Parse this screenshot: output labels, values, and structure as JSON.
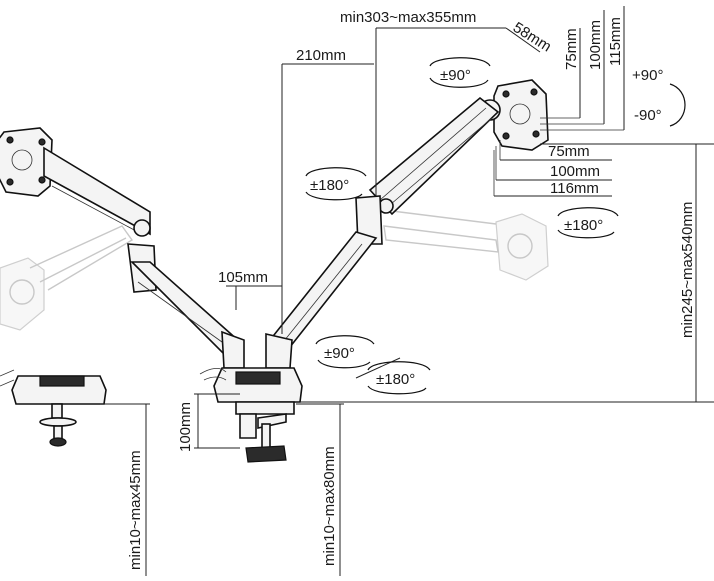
{
  "drawing": {
    "description_labels": {
      "reach": "min303~max355mm",
      "offset_58": "58mm",
      "offset_210": "210mm",
      "offset_105": "105mm",
      "rot_top_90": "±90°",
      "rot_180_upper": "±180°",
      "rot_180_right": "±180°",
      "rot_90_lower": "±90°",
      "rot_180_lower": "±180°",
      "tilt_plus": "+90°",
      "tilt_minus": "-90°",
      "vesa_v_75": "75mm",
      "vesa_v_100": "100mm",
      "vesa_v_115": "115mm",
      "vesa_h_75": "75mm",
      "vesa_h_100": "100mm",
      "vesa_h_116": "116mm",
      "height_range": "min245~max540mm",
      "clamp_height": "100mm",
      "clamp_range_left": "min10~max45mm",
      "clamp_range_right": "min10~max80mm"
    }
  }
}
